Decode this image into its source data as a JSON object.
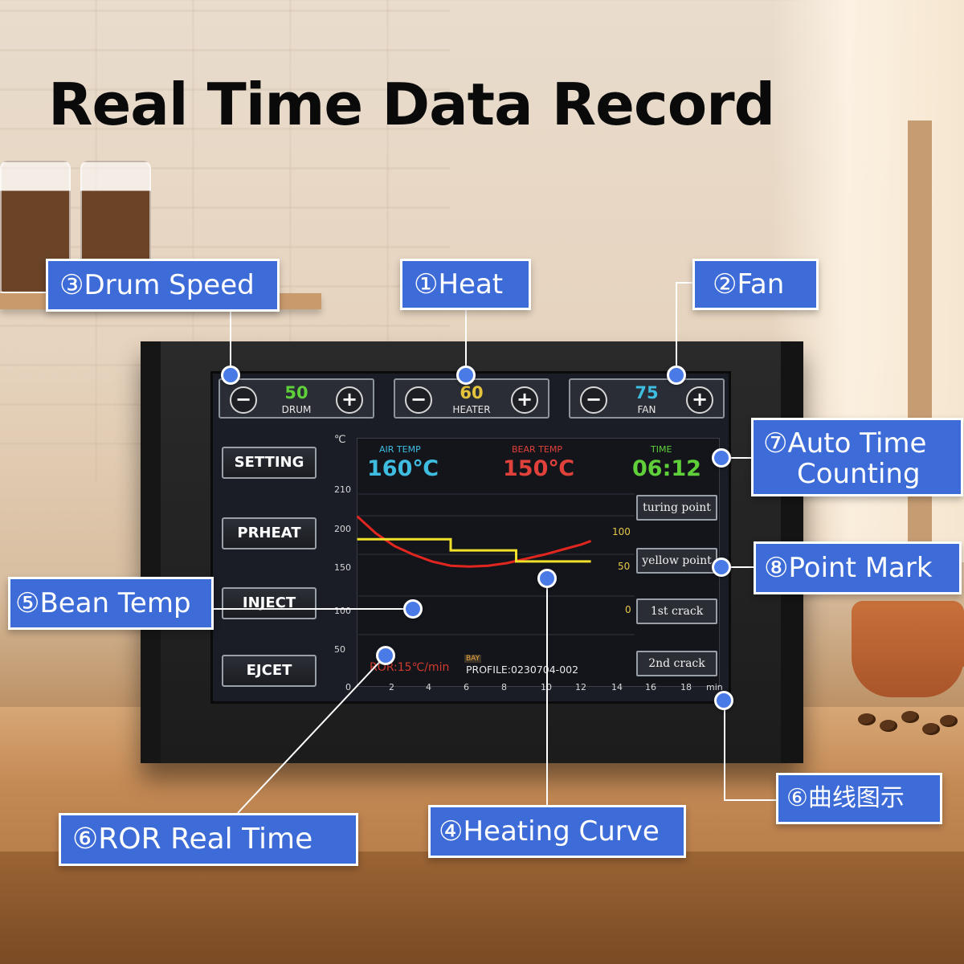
{
  "title": "Real Time Data Record",
  "callouts": {
    "drum_speed": "③Drum Speed",
    "heat": "①Heat",
    "fan": "②Fan",
    "auto_time_1": "⑦Auto Time",
    "auto_time_2": "Counting",
    "point_mark": "⑧Point Mark",
    "bean_temp": "⑤Bean Temp",
    "curve_cn": "⑥曲线图示",
    "ror_real_time": "⑥ROR Real Time",
    "heating_curve": "④Heating Curve"
  },
  "controls": {
    "minus": "−",
    "plus": "+",
    "drum": {
      "value": "50",
      "label": "DRUM",
      "color": "#5fd03a"
    },
    "heater": {
      "value": "60",
      "label": "HEATER",
      "color": "#e4c43c"
    },
    "fan": {
      "value": "75",
      "label": "FAN",
      "color": "#3fbde0"
    }
  },
  "side_buttons": {
    "setting": "SETTING",
    "preheat": "PRHEAT",
    "inject": "INJECT",
    "eject": "EJCET"
  },
  "readouts": {
    "air_temp": {
      "label": "AIR TEMP",
      "value": "160℃",
      "color": "#3fbde0"
    },
    "bean_temp": {
      "label": "BEAR TEMP",
      "value": "150℃",
      "color": "#e0413a"
    },
    "time": {
      "label": "TIME",
      "value": "06:12",
      "color": "#5fd03a"
    }
  },
  "mark_buttons": {
    "turning_point": "turing point",
    "yellow_point": "yellow point",
    "first_crack": "1st crack",
    "second_crack": "2nd crack"
  },
  "ror": "ROR:15℃/min",
  "bay": "BAY",
  "profile": "PROFILE:0230704-002",
  "chart_data": {
    "type": "line",
    "ylabel": "℃",
    "xlabel": "min",
    "y_ticks": [
      "210",
      "200",
      "150",
      "100",
      "50"
    ],
    "x_ticks": [
      "0",
      "2",
      "4",
      "6",
      "8",
      "10",
      "12",
      "14",
      "16",
      "18",
      "min"
    ],
    "right_ticks": [
      "100",
      "50",
      "0"
    ],
    "xlim": [
      0,
      18
    ],
    "ylim": [
      0,
      250
    ],
    "series": [
      {
        "color": "#e0261e",
        "x": [
          0.5,
          1.5,
          2.5,
          3.5,
          4.5,
          5.5,
          6.5,
          7.5,
          8.5,
          9.5,
          10.5,
          11.5,
          12.5,
          13
        ],
        "y": [
          205,
          185,
          170,
          160,
          152,
          147,
          146,
          147,
          150,
          155,
          160,
          166,
          172,
          176
        ]
      },
      {
        "color": "#f0e02a",
        "x": [
          0.5,
          5.5,
          5.5,
          9.0,
          9.0,
          13
        ],
        "y": [
          178,
          178,
          165,
          165,
          152,
          152
        ]
      }
    ]
  }
}
